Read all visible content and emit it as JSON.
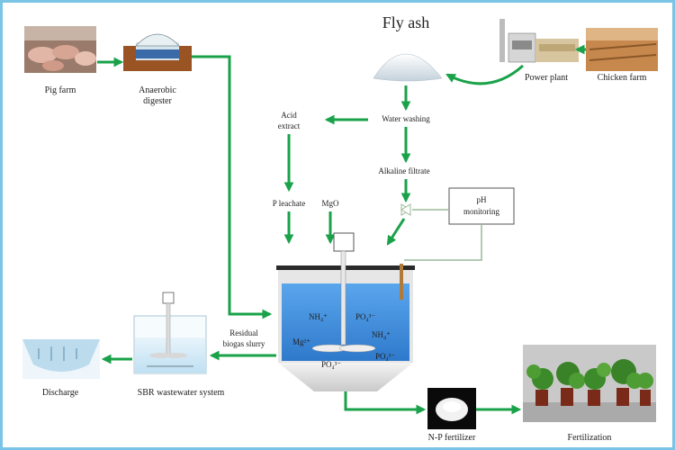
{
  "labels": {
    "fly_ash": "Fly ash",
    "pig_farm": "Pig farm",
    "anaerobic_digester_l1": "Anaerobic",
    "anaerobic_digester_l2": "digester",
    "power_plant": "Power plant",
    "chicken_farm": "Chicken farm",
    "acid_extract_l1": "Acid",
    "acid_extract_l2": "extract",
    "water_washing": "Water washing",
    "alkaline_filtrate": "Alkaline filtrate",
    "p_leachate": "P leachate",
    "mgo": "MgO",
    "ph_monitoring_l1": "pH",
    "ph_monitoring_l2": "monitoring",
    "residual_slurry_l1": "Residual",
    "residual_slurry_l2": "biogas slurry",
    "discharge": "Discharge",
    "sbr_system": "SBR wastewater system",
    "np_fertilizer": "N-P fertilizer",
    "fertilization": "Fertilization"
  },
  "ions": {
    "nh4_top": "NH₄⁺",
    "po4_top": "PO₄³⁻",
    "mg": "Mg²⁺",
    "nh4_right": "NH₄⁺",
    "po4_bottom": "PO₄³⁻",
    "po4_right": "PO₄³⁻"
  },
  "colors": {
    "frame": "#7ac5e6",
    "arrow_green": "#1aa24a",
    "ph_line": "#9ab89a",
    "tank_water": "#3a88d8"
  }
}
